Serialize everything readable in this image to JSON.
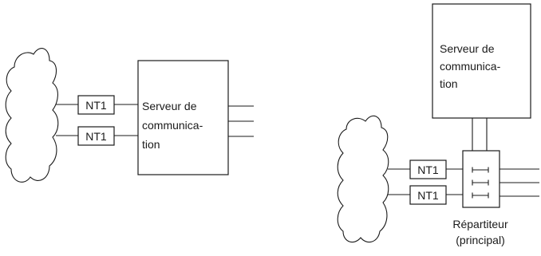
{
  "left": {
    "nt1_top": "NT1",
    "nt1_bottom": "NT1",
    "server_lines": [
      "Serveur de",
      "communica-",
      "tion"
    ]
  },
  "right": {
    "nt1_top": "NT1",
    "nt1_bottom": "NT1",
    "server_lines": [
      "Serveur de",
      "communica-",
      "tion"
    ],
    "distributor_lines": [
      "Répartiteur",
      "(principal)"
    ]
  }
}
